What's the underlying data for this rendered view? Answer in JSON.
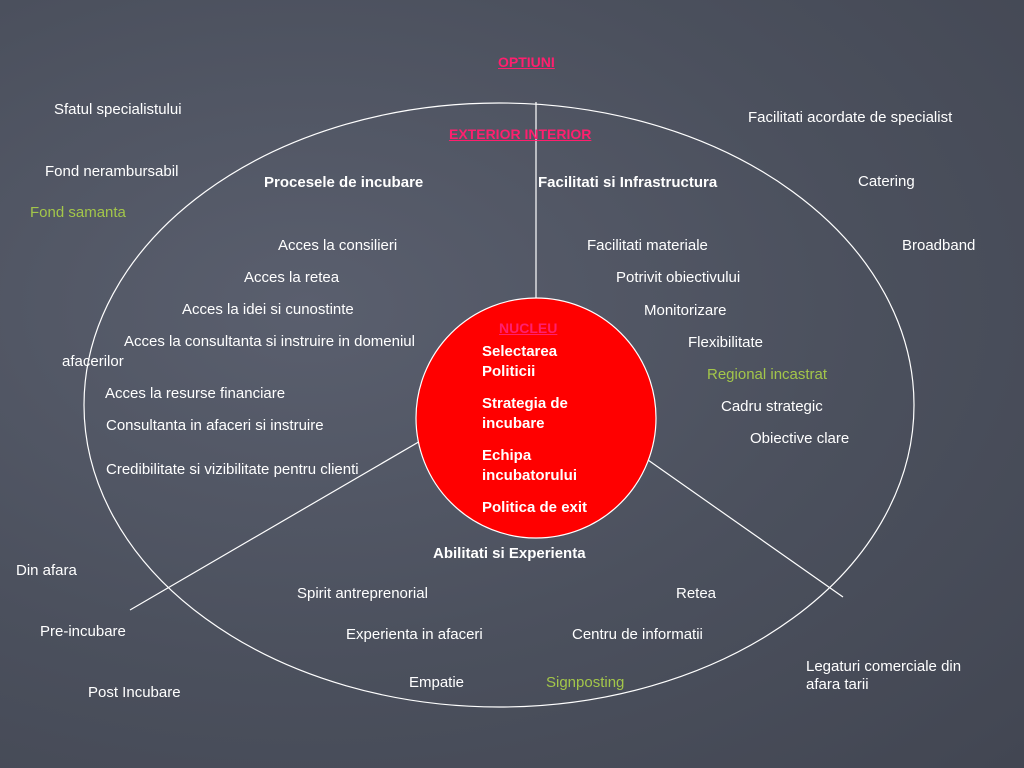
{
  "colors": {
    "background": "#4b505d",
    "core_fill": "#ff0000",
    "highlight_green": "#a3c64a",
    "heading_pink": "#ff1f6e",
    "text": "#ffffff"
  },
  "titles": {
    "optiuni": "OPTIUNI",
    "exterior_interior": "EXTERIOR INTERIOR",
    "nucleu": "NUCLEU"
  },
  "left_options": {
    "sfatul": "Sfatul specialistului",
    "fond_nerambursabil": "Fond nerambursabil",
    "fond_samanta": "Fond samanta"
  },
  "right_options": {
    "facilitati_specialist": "Facilitati acordate de specialist",
    "catering": "Catering",
    "broadband": "Broadband",
    "legaturi": "Legaturi comerciale din afara tarii"
  },
  "stage_options": {
    "din_afara": "Din afara",
    "pre_incubare": "Pre-incubare",
    "post_incubare": "Post Incubare"
  },
  "procese": {
    "heading": "Procesele de incubare",
    "items": [
      "Acces la consilieri",
      "Acces la retea",
      "Acces la idei si cunostinte",
      "Acces la consultanta si instruire in domeniul",
      "afacerilor",
      "Acces la resurse financiare",
      "Consultanta in afaceri si instruire",
      "Credibilitate si vizibilitate pentru clienti"
    ]
  },
  "facilitati": {
    "heading": "Facilitati si Infrastructura",
    "items": [
      "Facilitati materiale",
      "Potrivit obiectivului",
      "Monitorizare",
      "Flexibilitate",
      "Regional incastrat",
      "Cadru strategic",
      "Obiective clare"
    ]
  },
  "abilitati": {
    "heading": "Abilitati si Experienta",
    "items": [
      "Spirit antreprenorial",
      "Retea",
      "Experienta in afaceri",
      "Centru de informatii",
      "Empatie",
      "Signposting"
    ]
  },
  "core": {
    "items": [
      "Selectarea Politicii",
      "Strategia de incubare",
      "Echipa incubatorului",
      "Politica de exit"
    ]
  }
}
